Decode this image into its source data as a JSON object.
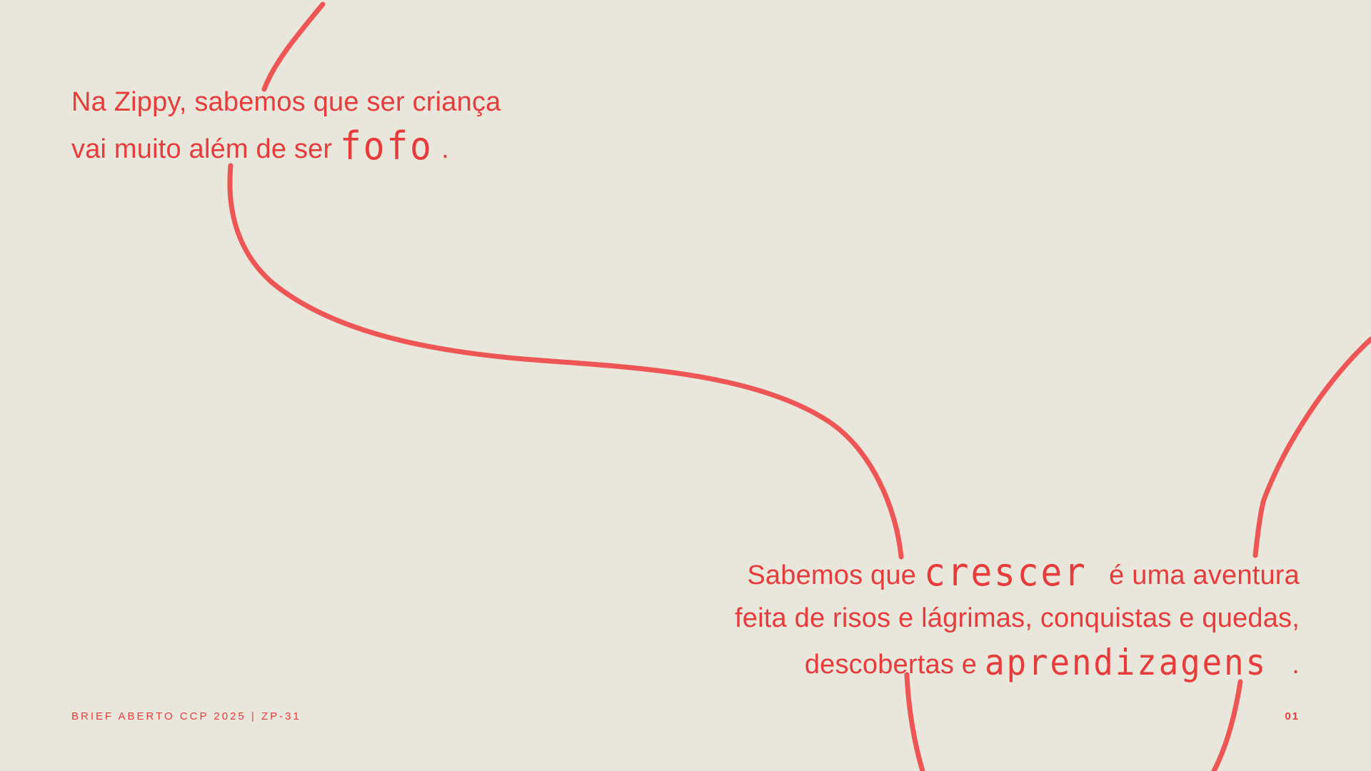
{
  "colors": {
    "background": "#e9e6dc",
    "accent": "#e63c3c"
  },
  "intro": {
    "line1": "Na Zippy, sabemos que ser criança",
    "line2_prefix": "vai muito além de ser ",
    "line2_highlight": "fofo",
    "line2_suffix": "."
  },
  "statement": {
    "line1_prefix": "Sabemos que ",
    "line1_highlight": "crescer",
    "line1_suffix": " é uma aventura",
    "line2": "feita de risos e lágrimas, conquistas e quedas,",
    "line3_prefix": "descobertas e ",
    "line3_highlight": "aprendizagens",
    "line3_suffix": "."
  },
  "footer": {
    "label": "BRIEF ABERTO CCP 2025 | ZP-31",
    "page_number": "01"
  }
}
